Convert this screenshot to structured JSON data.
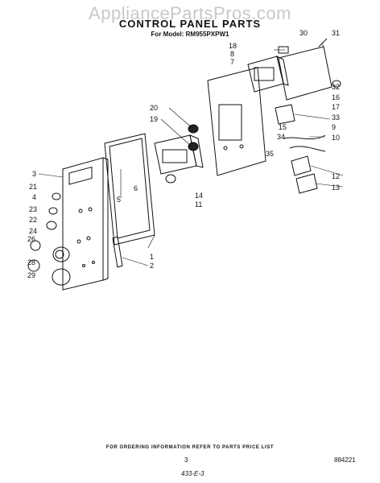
{
  "watermark": "AppliancePartsPros.com",
  "title": "CONTROL PANEL PARTS",
  "model_line": "For Model: RM955PXPW1",
  "footer_note": "FOR ORDERING INFORMATION REFER TO PARTS PRICE LIST",
  "page_number": "3",
  "doc_code": "884221",
  "handwritten": "433-E-3",
  "callouts": {
    "c1": "1",
    "c2": "2",
    "c3": "3",
    "c4": "4",
    "c5": "5",
    "c6": "6",
    "c7": "7",
    "c8": "8",
    "c9": "9",
    "c10": "10",
    "c11": "11",
    "c12": "12",
    "c13": "13",
    "c14": "14",
    "c15": "15",
    "c16": "16",
    "c17": "17",
    "c18": "18",
    "c19": "19",
    "c20": "20",
    "c21": "21",
    "c22": "22",
    "c23": "23",
    "c24": "24",
    "c26": "26",
    "c28": "28",
    "c29": "29",
    "c30": "30",
    "c31": "31",
    "c32": "32",
    "c33": "33",
    "c34": "34",
    "c35": "35"
  }
}
